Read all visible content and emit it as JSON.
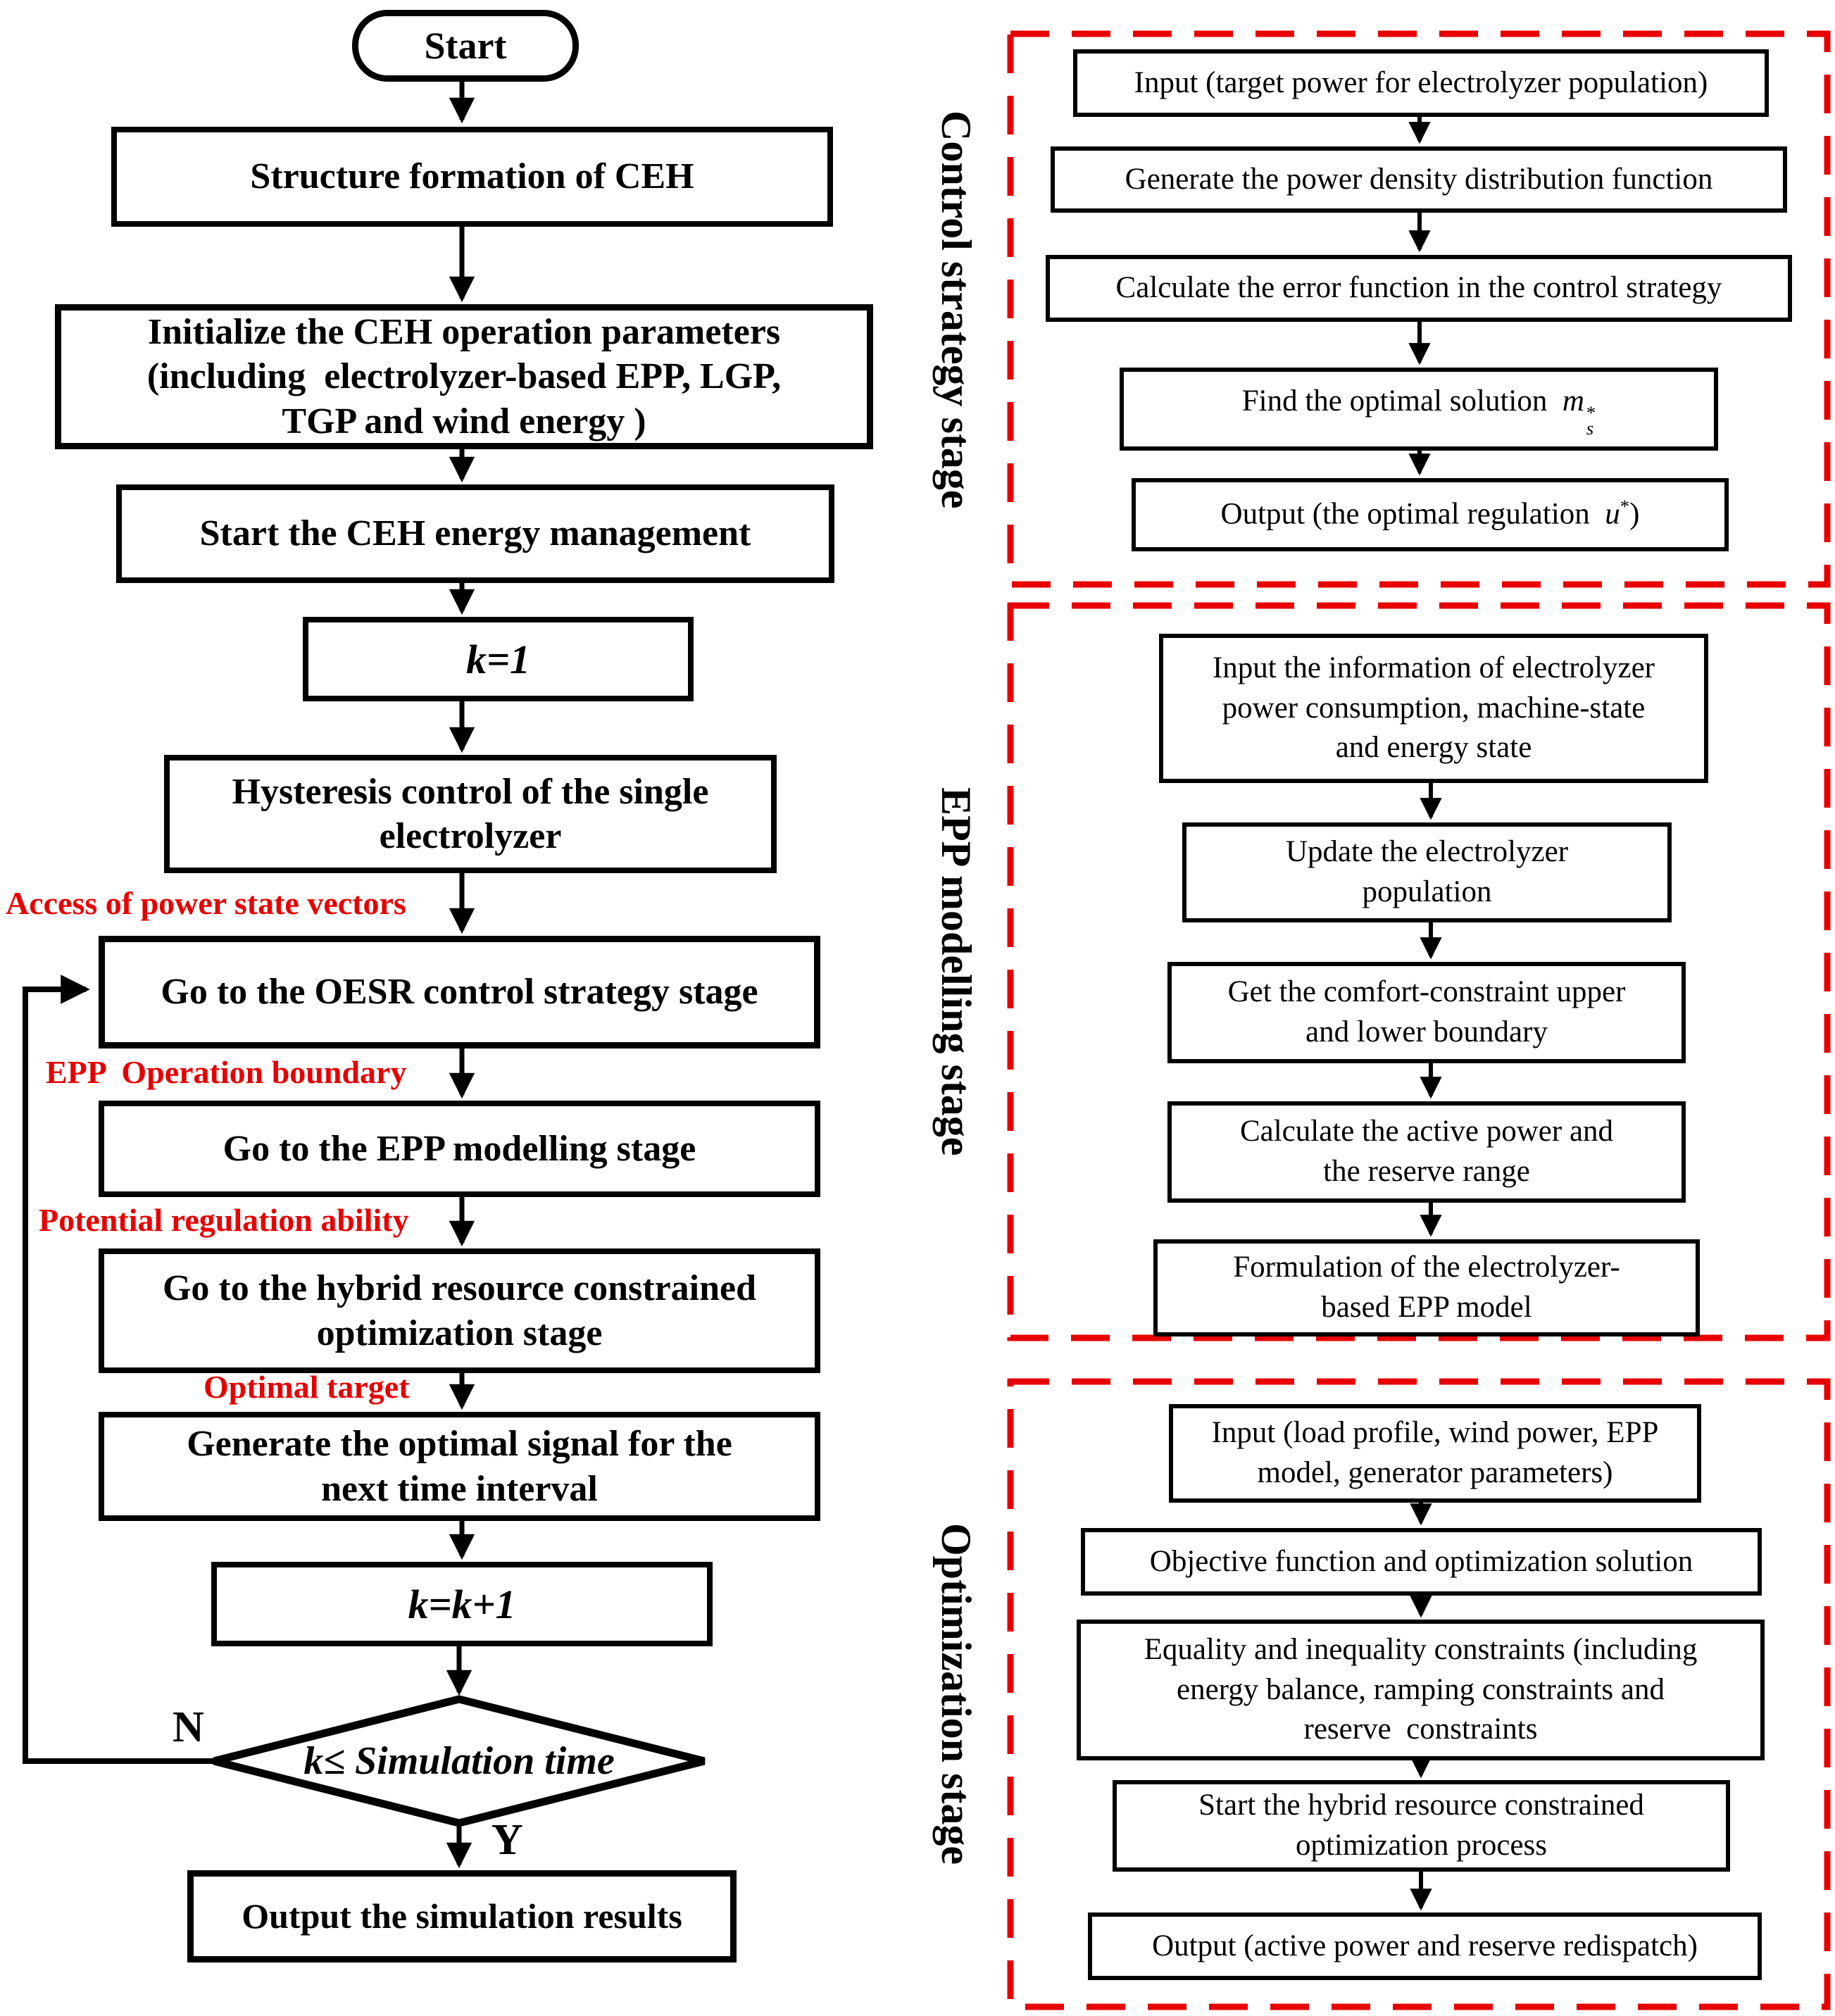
{
  "figure_type": "flowchart",
  "colors": {
    "line_black": "#000000",
    "stage_dash_red": "#e80000",
    "edge_label_red": "#e80000",
    "box_background": "#ffffff"
  },
  "main_flow": {
    "start": "Start",
    "structure": "Structure formation of CEH",
    "initialize": {
      "line1": "Initialize the CEH operation parameters",
      "line2": "(including  electrolyzer-based EPP, LGP,",
      "line3": "TGP and wind energy )"
    },
    "start_energy": "Start the CEH energy management",
    "k_init": "k=1",
    "hysteresis": {
      "line1": "Hysteresis control of the single",
      "line2": "electrolyzer"
    },
    "go_oesr": "Go to the OESR control strategy stage",
    "go_epp": "Go to the EPP modelling stage",
    "go_hybrid": {
      "line1": "Go to the hybrid resource constrained",
      "line2": "optimization stage"
    },
    "generate_signal": {
      "line1": "Generate the optimal signal for the",
      "line2": "next time interval"
    },
    "k_step": "k=k+1",
    "decision": "k≤ Simulation time",
    "branch_no": "N",
    "branch_yes": "Y",
    "output": "Output the simulation results",
    "edge_labels": {
      "access": "Access of power state vectors",
      "epp_boundary": "EPP  Operation boundary",
      "regulation": "Potential regulation ability",
      "optimal_target": "Optimal target"
    }
  },
  "stages": [
    {
      "title": "Control strategy stage",
      "boxes": [
        {
          "lines": [
            "Input (target power for electrolyzer population)"
          ]
        },
        {
          "lines": [
            "Generate the power density distribution function"
          ]
        },
        {
          "lines": [
            "Calculate the error function in the control strategy"
          ]
        },
        {
          "prefix": "Find the optimal solution  ",
          "var": "m",
          "sup": "*",
          "sub": "s"
        },
        {
          "prefix": "Output (the optimal regulation  ",
          "var": "u",
          "sup": "*",
          "suffix": ")"
        }
      ]
    },
    {
      "title": "EPP modelling stage",
      "boxes": [
        {
          "lines": [
            "Input the information of electrolyzer",
            "power consumption, machine-state",
            "and energy state"
          ]
        },
        {
          "lines": [
            "Update the electrolyzer",
            "population"
          ]
        },
        {
          "lines": [
            "Get the comfort-constraint upper",
            "and lower boundary"
          ]
        },
        {
          "lines": [
            "Calculate the active power and",
            "the reserve range"
          ]
        },
        {
          "lines": [
            "Formulation of the electrolyzer-",
            "based EPP model"
          ]
        }
      ]
    },
    {
      "title": "Optimization stage",
      "boxes": [
        {
          "lines": [
            "Input (load profile, wind power, EPP",
            "model, generator parameters)"
          ]
        },
        {
          "lines": [
            "Objective function and optimization solution"
          ]
        },
        {
          "lines": [
            "Equality and inequality constraints (including",
            "energy balance, ramping constraints and",
            "reserve  constraints"
          ]
        },
        {
          "lines": [
            "Start the hybrid resource constrained",
            "optimization process"
          ]
        },
        {
          "lines": [
            "Output (active power and reserve redispatch)"
          ]
        }
      ]
    }
  ]
}
